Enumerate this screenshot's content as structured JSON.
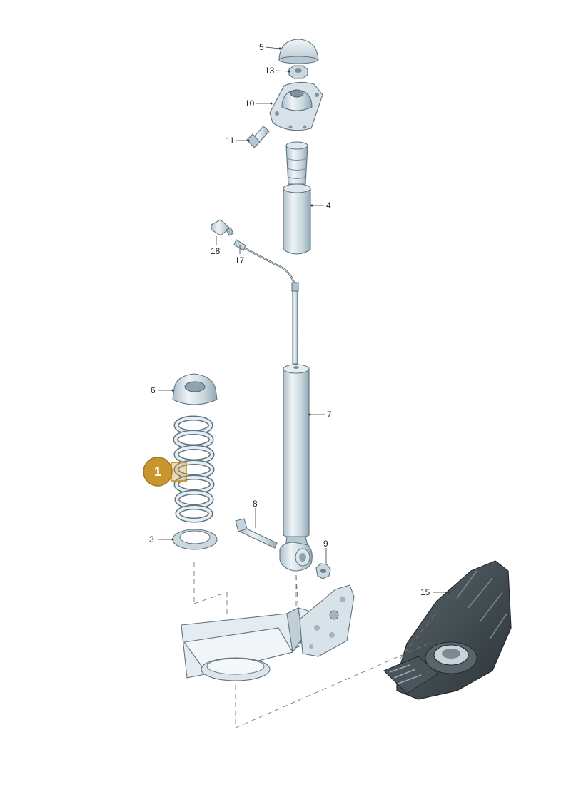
{
  "diagram": {
    "highlight_badge": "1",
    "callouts": {
      "c3": "3",
      "c4": "4",
      "c5": "5",
      "c6": "6",
      "c7": "7",
      "c8": "8",
      "c9": "9",
      "c10": "10",
      "c11": "11",
      "c13": "13",
      "c15": "15",
      "c17": "17",
      "c18": "18"
    },
    "colors": {
      "part_light": "#e3ecf1",
      "part_mid": "#c2d2db",
      "part_dark": "#9bb0bc",
      "highlight": "#c9962e",
      "dark_part": "#3a4348"
    }
  }
}
